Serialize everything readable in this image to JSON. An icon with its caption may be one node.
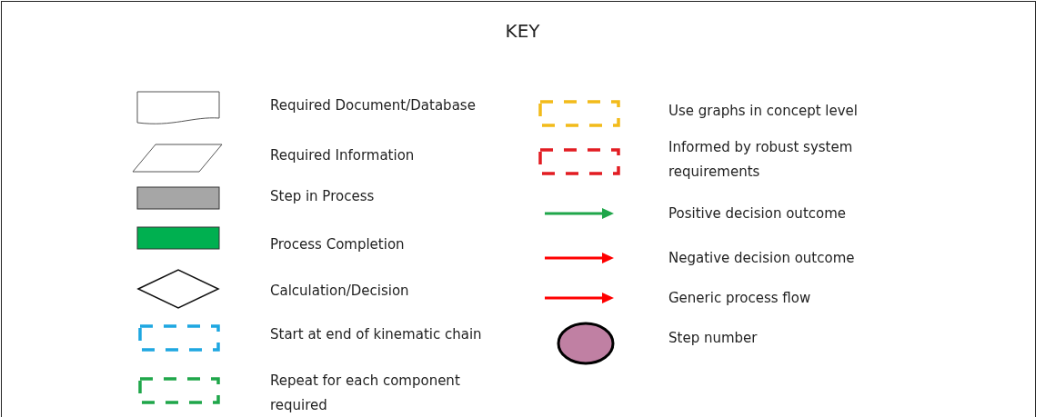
{
  "diagram": {
    "title": "KEY",
    "legend": [
      {
        "text": "Required Document/Database"
      },
      {
        "text": "Required Information"
      },
      {
        "text": "Step in Process",
        "color": "#a6a6a6"
      },
      {
        "text": "Process Completion",
        "color": "#00b050"
      },
      {
        "text": "Calculation/Decision"
      },
      {
        "text": "Start at end of kinematic chain"
      },
      {
        "text": "Repeat for each component required"
      },
      {
        "text": "Use graphs in concept level"
      },
      {
        "text": "Informed by robust system requirements"
      },
      {
        "text": "Positive decision outcome"
      },
      {
        "text": "Negative decision outcome"
      },
      {
        "text": "Generic process flow"
      },
      {
        "text": "Step number"
      }
    ]
  }
}
